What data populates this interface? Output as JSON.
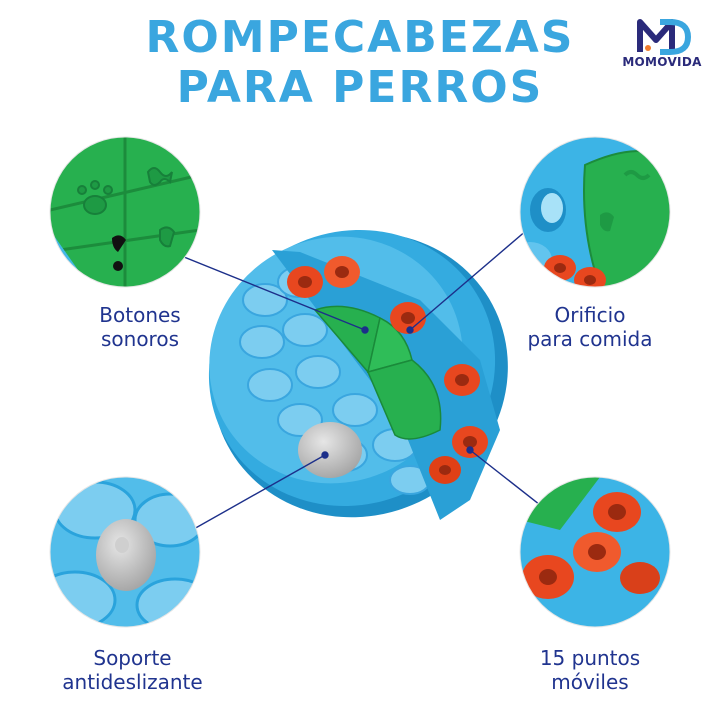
{
  "title": {
    "line1": "ROMPECABEZAS",
    "line2": "PARA PERROS",
    "color": "#3aa6df"
  },
  "brand": {
    "name": "MOMOVIDA",
    "logo_icon": "md-monogram-logo"
  },
  "callouts": [
    {
      "id": "botones",
      "label": "Botones\nsonoros"
    },
    {
      "id": "orificio",
      "label": "Orificio\npara comida"
    },
    {
      "id": "soporte",
      "label": "Soporte\nantideslizante"
    },
    {
      "id": "puntos",
      "label": "15 puntos\nmóviles"
    }
  ],
  "colors": {
    "toy_blue": "#3cb4e6",
    "toy_green": "#27b04f",
    "peg_orange": "#e8471f",
    "label_navy": "#20348f",
    "leader_line": "#1c2f8a"
  }
}
